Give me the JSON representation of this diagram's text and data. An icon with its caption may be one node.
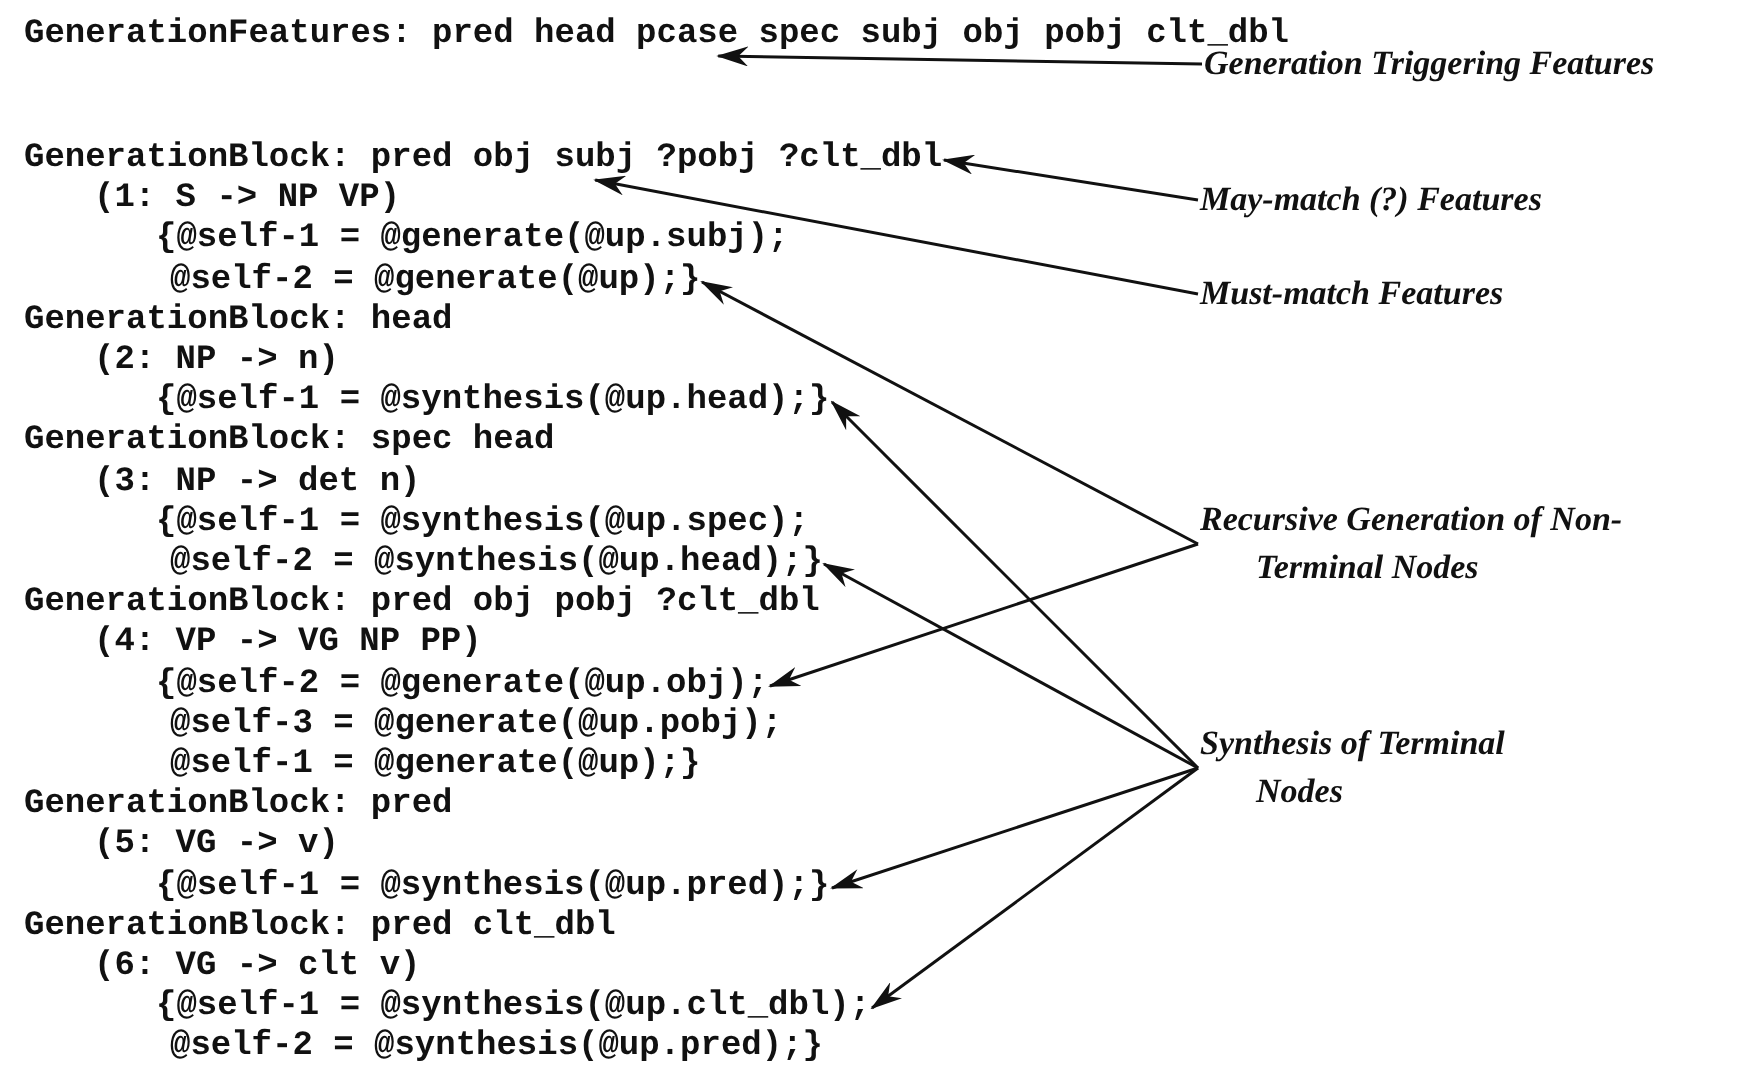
{
  "diagram": {
    "nodes": [
      {
        "text": [
          "GenerationFeatures: pred head pcase spec subj obj pobj clt_dbl"
        ]
      },
      {
        "text": [
          "Generation Triggering Features"
        ]
      },
      {
        "text": [
          "GenerationBlock: pred obj subj ?pobj ?clt_dbl"
        ]
      },
      {
        "text": [
          "May-match (?) Features"
        ]
      },
      {
        "text": [
          "Must-match Features"
        ]
      },
      {
        "text": [
          "@self-2 = @generate(@up);}"
        ]
      },
      {
        "text": [
          "{@self-1 = @synthesis(@up.head);}"
        ]
      },
      {
        "text": [
          "Recursive Generation of Non-Terminal Nodes"
        ]
      },
      {
        "text": [
          "@self-2 = @synthesis(@up.head);}"
        ]
      },
      {
        "text": [
          "{@self-2 = @generate(@up.obj);"
        ]
      },
      {
        "text": [
          "Synthesis of Terminal Nodes"
        ]
      },
      {
        "text": [
          "{@self-1 = @synthesis(@up.pred);}"
        ]
      },
      {
        "text": [
          "{@self-1 = @synthesis(@up.clt_dbl);"
        ]
      }
    ],
    "edges": [
      {
        "from": 1,
        "to": 0,
        "arrow": "to"
      },
      {
        "from": 3,
        "to": 2,
        "arrow": "to"
      },
      {
        "from": 4,
        "to": 2,
        "arrow": "to"
      },
      {
        "from": 7,
        "to": 5,
        "arrow": "to"
      },
      {
        "from": 7,
        "to": 9,
        "arrow": "to"
      },
      {
        "from": 10,
        "to": 6,
        "arrow": "to"
      },
      {
        "from": 10,
        "to": 8,
        "arrow": "to"
      },
      {
        "from": 10,
        "to": 11,
        "arrow": "to"
      },
      {
        "from": 10,
        "to": 12,
        "arrow": "to"
      }
    ],
    "labels": [
      "(1: S -> NP VP)",
      "{@self-1 = @generate(@up.subj);",
      "GenerationBlock: head",
      "(2: NP -> n)",
      "GenerationBlock: spec head",
      "(3: NP -> det n)",
      "{@self-1 = @synthesis(@up.spec);",
      "GenerationBlock: pred obj pobj ?clt_dbl",
      "(4: VP -> VG NP PP)",
      "@self-3 = @generate(@up.pobj);",
      "@self-1 = @generate(@up);}",
      "GenerationBlock: pred",
      "(5: VG -> v)",
      "GenerationBlock: pred clt_dbl",
      "(6: VG -> clt v)",
      "@self-2 = @synthesis(@up.pred);}"
    ]
  }
}
